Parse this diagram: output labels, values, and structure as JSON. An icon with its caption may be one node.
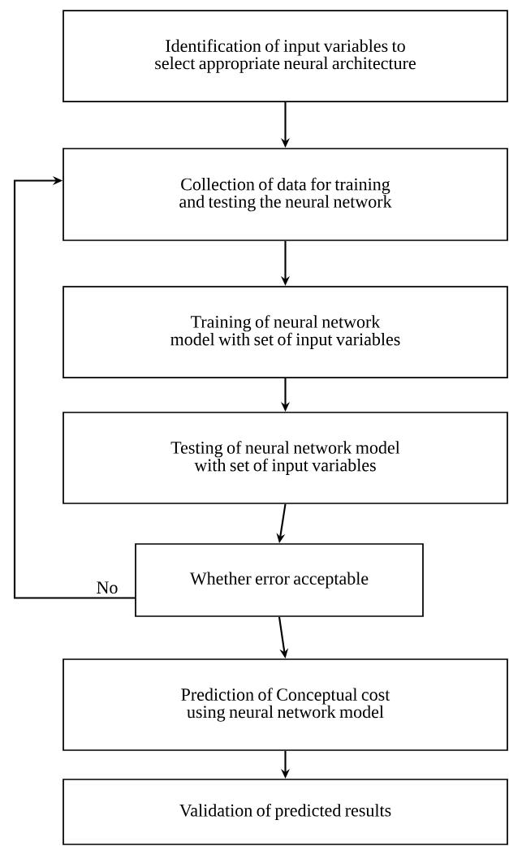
{
  "diagram": {
    "nodes": [
      {
        "text": [
          "Identification of input variables to select appropriate neural architecture"
        ]
      },
      {
        "text": [
          "Collection of data for training and testing the neural network"
        ]
      },
      {
        "text": [
          "Training of neural network model with set of input variables"
        ]
      },
      {
        "text": [
          "Testing of neural network model with set of input variables"
        ]
      },
      {
        "text": [
          "Whether error acceptable"
        ]
      },
      {
        "text": [
          "Prediction of Conceptual cost using neural network model"
        ]
      },
      {
        "text": [
          "Validation of predicted results"
        ]
      }
    ],
    "edges": [
      {
        "from": 0,
        "to": 1,
        "arrow": "to"
      },
      {
        "from": 1,
        "to": 2,
        "arrow": "to"
      },
      {
        "from": 2,
        "to": 3,
        "arrow": "to"
      },
      {
        "from": 3,
        "to": 4,
        "arrow": "to"
      },
      {
        "from": 4,
        "to": 1,
        "arrow": "to",
        "label": "No"
      },
      {
        "from": 4,
        "to": 5,
        "arrow": "to"
      },
      {
        "from": 5,
        "to": 6,
        "arrow": "to"
      }
    ]
  }
}
